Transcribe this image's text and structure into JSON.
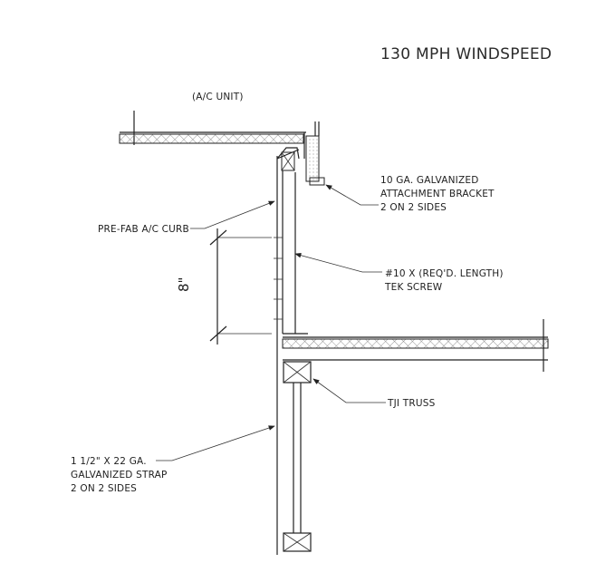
{
  "title": "130 MPH WINDSPEED",
  "labels": {
    "ac_unit": "(A/C UNIT)",
    "bracket_1": "10 GA. GALVANIZED",
    "bracket_2": "ATTACHMENT BRACKET",
    "bracket_3": "2 ON 2 SIDES",
    "curb": "PRE-FAB A/C CURB",
    "screw_1": "#10 X (REQ'D. LENGTH)",
    "screw_2": "TEK SCREW",
    "dimension": "8\"",
    "truss": "TJI TRUSS",
    "strap_1": "1 1/2\" X 22 GA.",
    "strap_2": "GALVANIZED STRAP",
    "strap_3": "2 ON 2 SIDES"
  },
  "colors": {
    "line": "#222222",
    "hatch": "#777777",
    "background": "#ffffff"
  }
}
